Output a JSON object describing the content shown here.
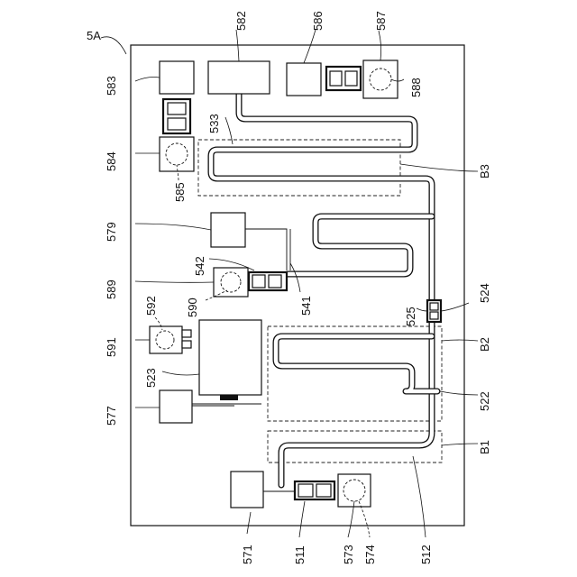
{
  "figure_label": "5A",
  "labels": {
    "l582": "582",
    "l586": "586",
    "l587": "587",
    "l588": "588",
    "l583": "583",
    "l533": "533",
    "l584": "584",
    "l585": "585",
    "lB3": "B3",
    "l579": "579",
    "l542": "542",
    "l589": "589",
    "l590": "590",
    "l541": "541",
    "l525": "525",
    "l524": "524",
    "l592": "592",
    "l591": "591",
    "lB2": "B2",
    "l523": "523",
    "l522": "522",
    "l577": "577",
    "lB1": "B1",
    "l571": "571",
    "l511": "511",
    "l573": "573",
    "l574": "574",
    "l512": "512"
  }
}
